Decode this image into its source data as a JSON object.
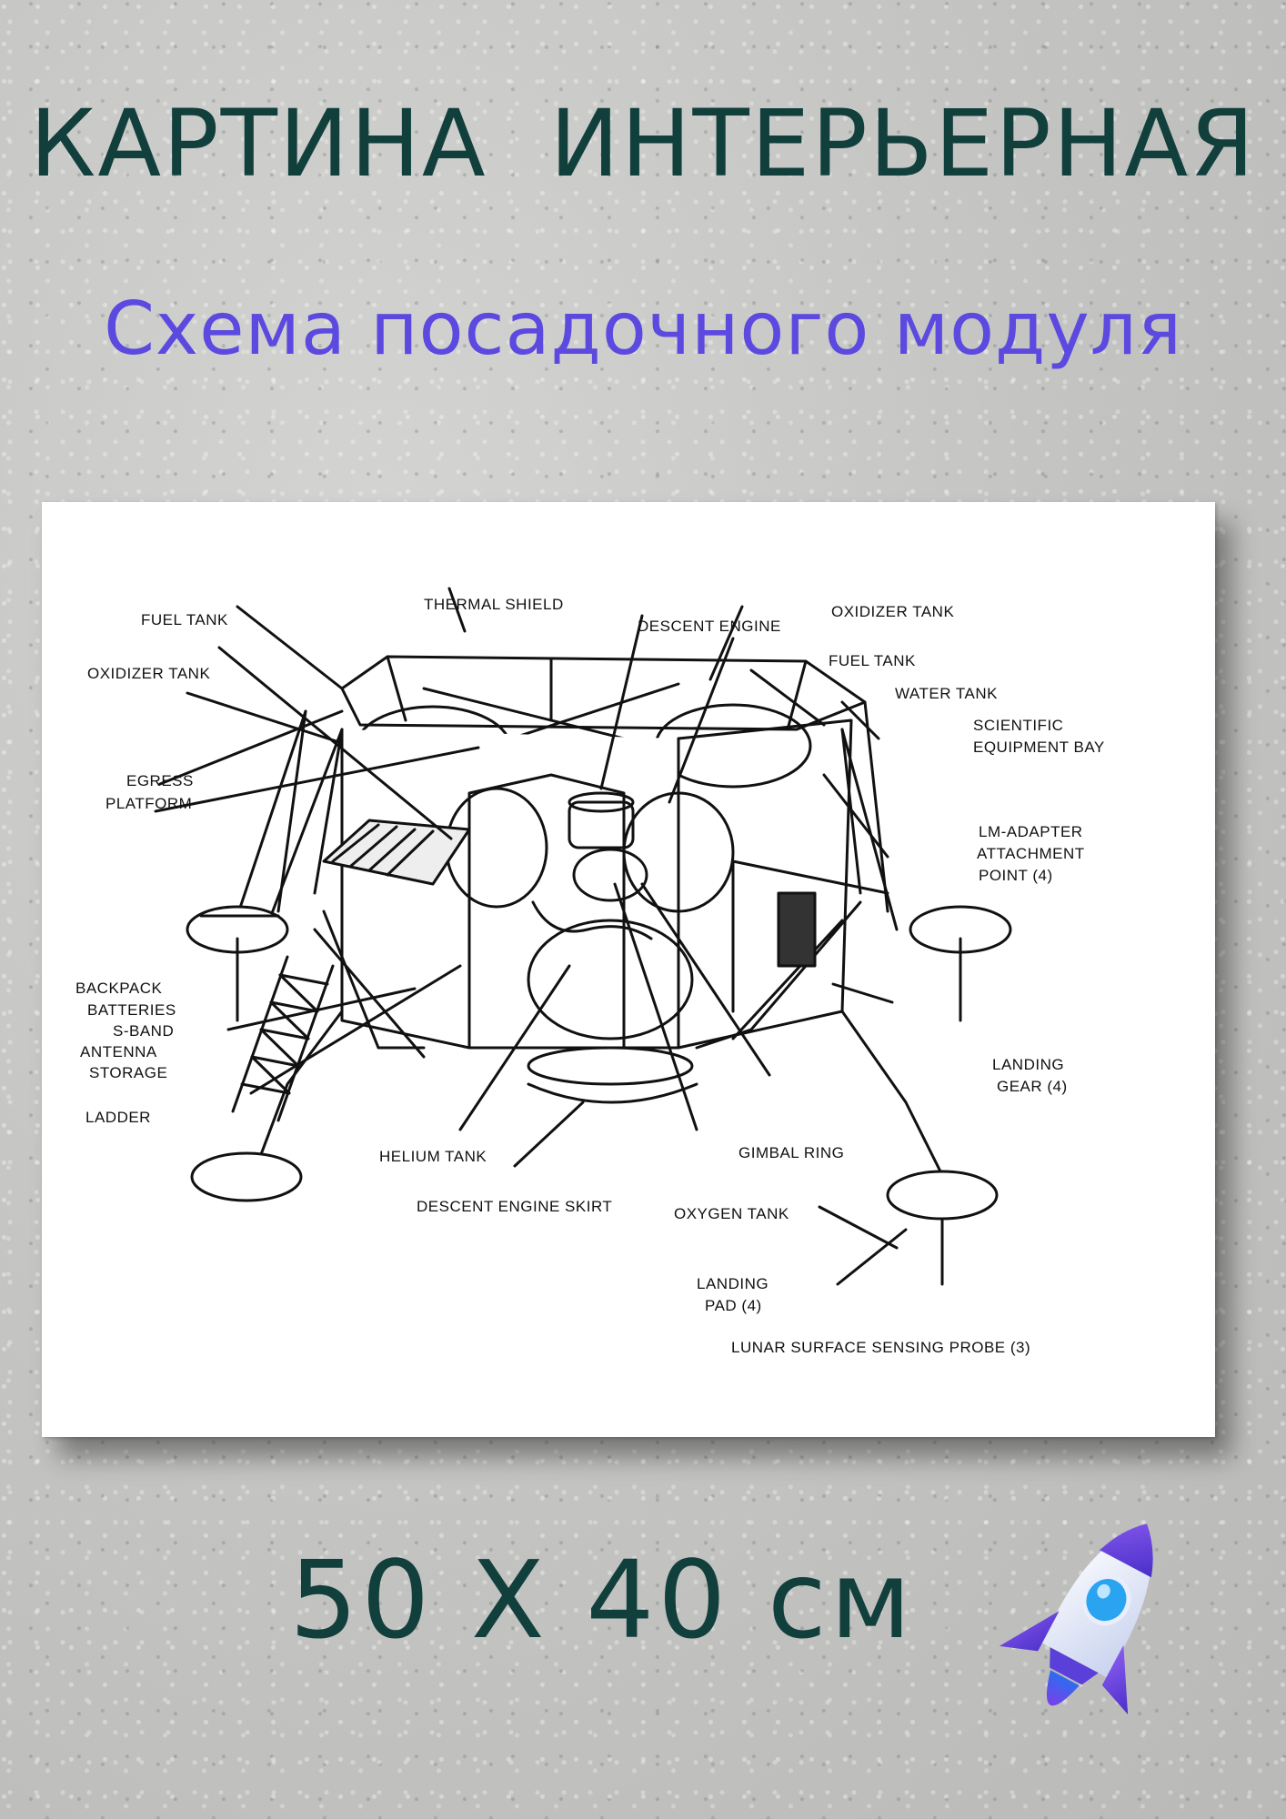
{
  "header": {
    "title": "КАРТИНА  ИНТЕРЬЕРНАЯ",
    "subtitle": "Схема посадочного модуля"
  },
  "diagram": {
    "labels": {
      "thermal_shield": "THERMAL SHIELD",
      "fuel_tank_left": "FUEL TANK",
      "descent_engine": "DESCENT ENGINE",
      "oxidizer_tank_right": "OXIDIZER TANK",
      "oxidizer_tank_left": "OXIDIZER TANK",
      "fuel_tank_right": "FUEL TANK",
      "water_tank": "WATER TANK",
      "scientific_1": "SCIENTIFIC",
      "scientific_2": "EQUIPMENT BAY",
      "egress_1": "EGRESS",
      "egress_2": "PLATFORM",
      "lm_adapter_1": "LM-ADAPTER",
      "lm_adapter_2": "ATTACHMENT",
      "lm_adapter_3": "POINT (4)",
      "backpack_1": "BACKPACK",
      "backpack_2": "BATTERIES",
      "backpack_3": "S-BAND",
      "backpack_4": "ANTENNA",
      "backpack_5": "STORAGE",
      "landing_gear_1": "LANDING",
      "landing_gear_2": "GEAR (4)",
      "ladder": "LADDER",
      "helium_tank": "HELIUM TANK",
      "gimbal_ring": "GIMBAL RING",
      "descent_engine_skirt": "DESCENT ENGINE SKIRT",
      "oxygen_tank": "OXYGEN TANK",
      "landing_pad_1": "LANDING",
      "landing_pad_2": "PAD (4)",
      "probe": "LUNAR SURFACE SENSING PROBE (3)"
    }
  },
  "footer": {
    "size": "50 X 40 см"
  },
  "decor": {
    "icon": "rocket-icon",
    "colors": {
      "title": "#113f3c",
      "subtitle": "#5b49e0",
      "rocket_body": "#eef2fb",
      "rocket_fins": "#6b3fe0",
      "rocket_window": "#2aa4f0"
    }
  }
}
